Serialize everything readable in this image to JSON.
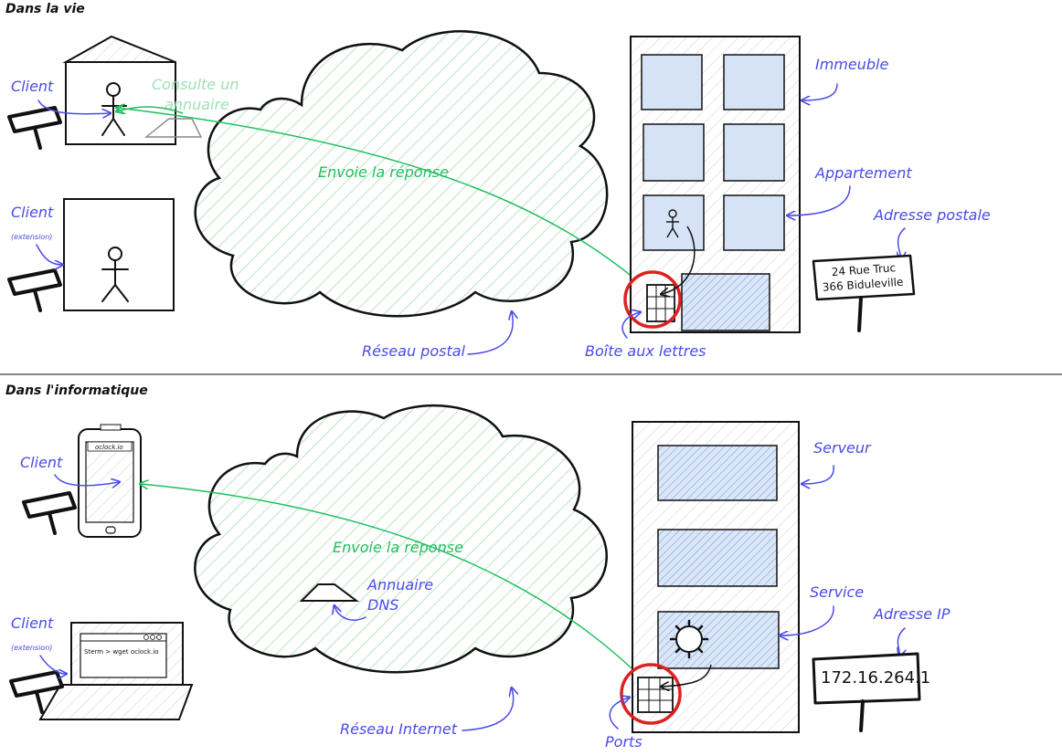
{
  "sections": {
    "life": "Dans la vie",
    "computing": "Dans l'informatique"
  },
  "life": {
    "client_1": "Client",
    "consult_line1": "Consulte un",
    "consult_line2": "annuaire",
    "client_2": "Client",
    "client_2_extension": "(extension)",
    "response": "Envoie la réponse",
    "network": "Réseau postal",
    "mailbox": "Boîte aux lettres",
    "building": "Immeuble",
    "apartment": "Appartement",
    "postal_address_label": "Adresse postale",
    "address_line1": "24 Rue Truc",
    "address_line2": "366 Biduleville"
  },
  "computing": {
    "client_1": "Client",
    "phone_url": "oclock.io",
    "client_2": "Client",
    "client_2_extension": "(extension)",
    "terminal_command": "Sterm > wget oclock.io",
    "response": "Envoie la réponse",
    "dns_line1": "Annuaire",
    "dns_line2": "DNS",
    "network": "Réseau Internet",
    "ports": "Ports",
    "server": "Serveur",
    "service": "Service",
    "ip_label": "Adresse IP",
    "ip_value": "172.16.264.1"
  },
  "colors": {
    "annotation": "#4b4be6",
    "response": "#1fbf5f",
    "cloud_hatch": "#9fd9a8",
    "highlight_ring": "#e02020",
    "window_fill": "#c9d9f2"
  }
}
